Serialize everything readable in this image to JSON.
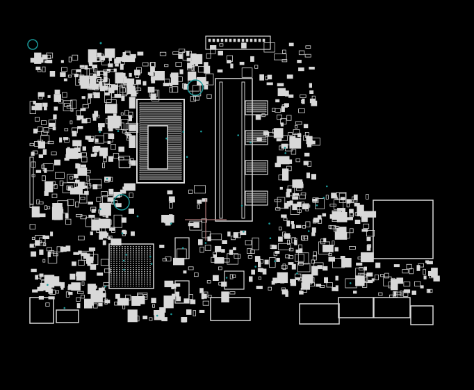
{
  "viewer": {
    "background_color": "#000000",
    "component_color": "#d8d8d8",
    "via_color": "#1a9a9a",
    "cursor_color": "#b07a7a"
  },
  "board": {
    "components": [
      {
        "kind": "cpu-bga"
      },
      {
        "kind": "chipset-bga"
      },
      {
        "kind": "memory-slot"
      },
      {
        "kind": "large-ic"
      },
      {
        "kind": "connector"
      }
    ]
  }
}
